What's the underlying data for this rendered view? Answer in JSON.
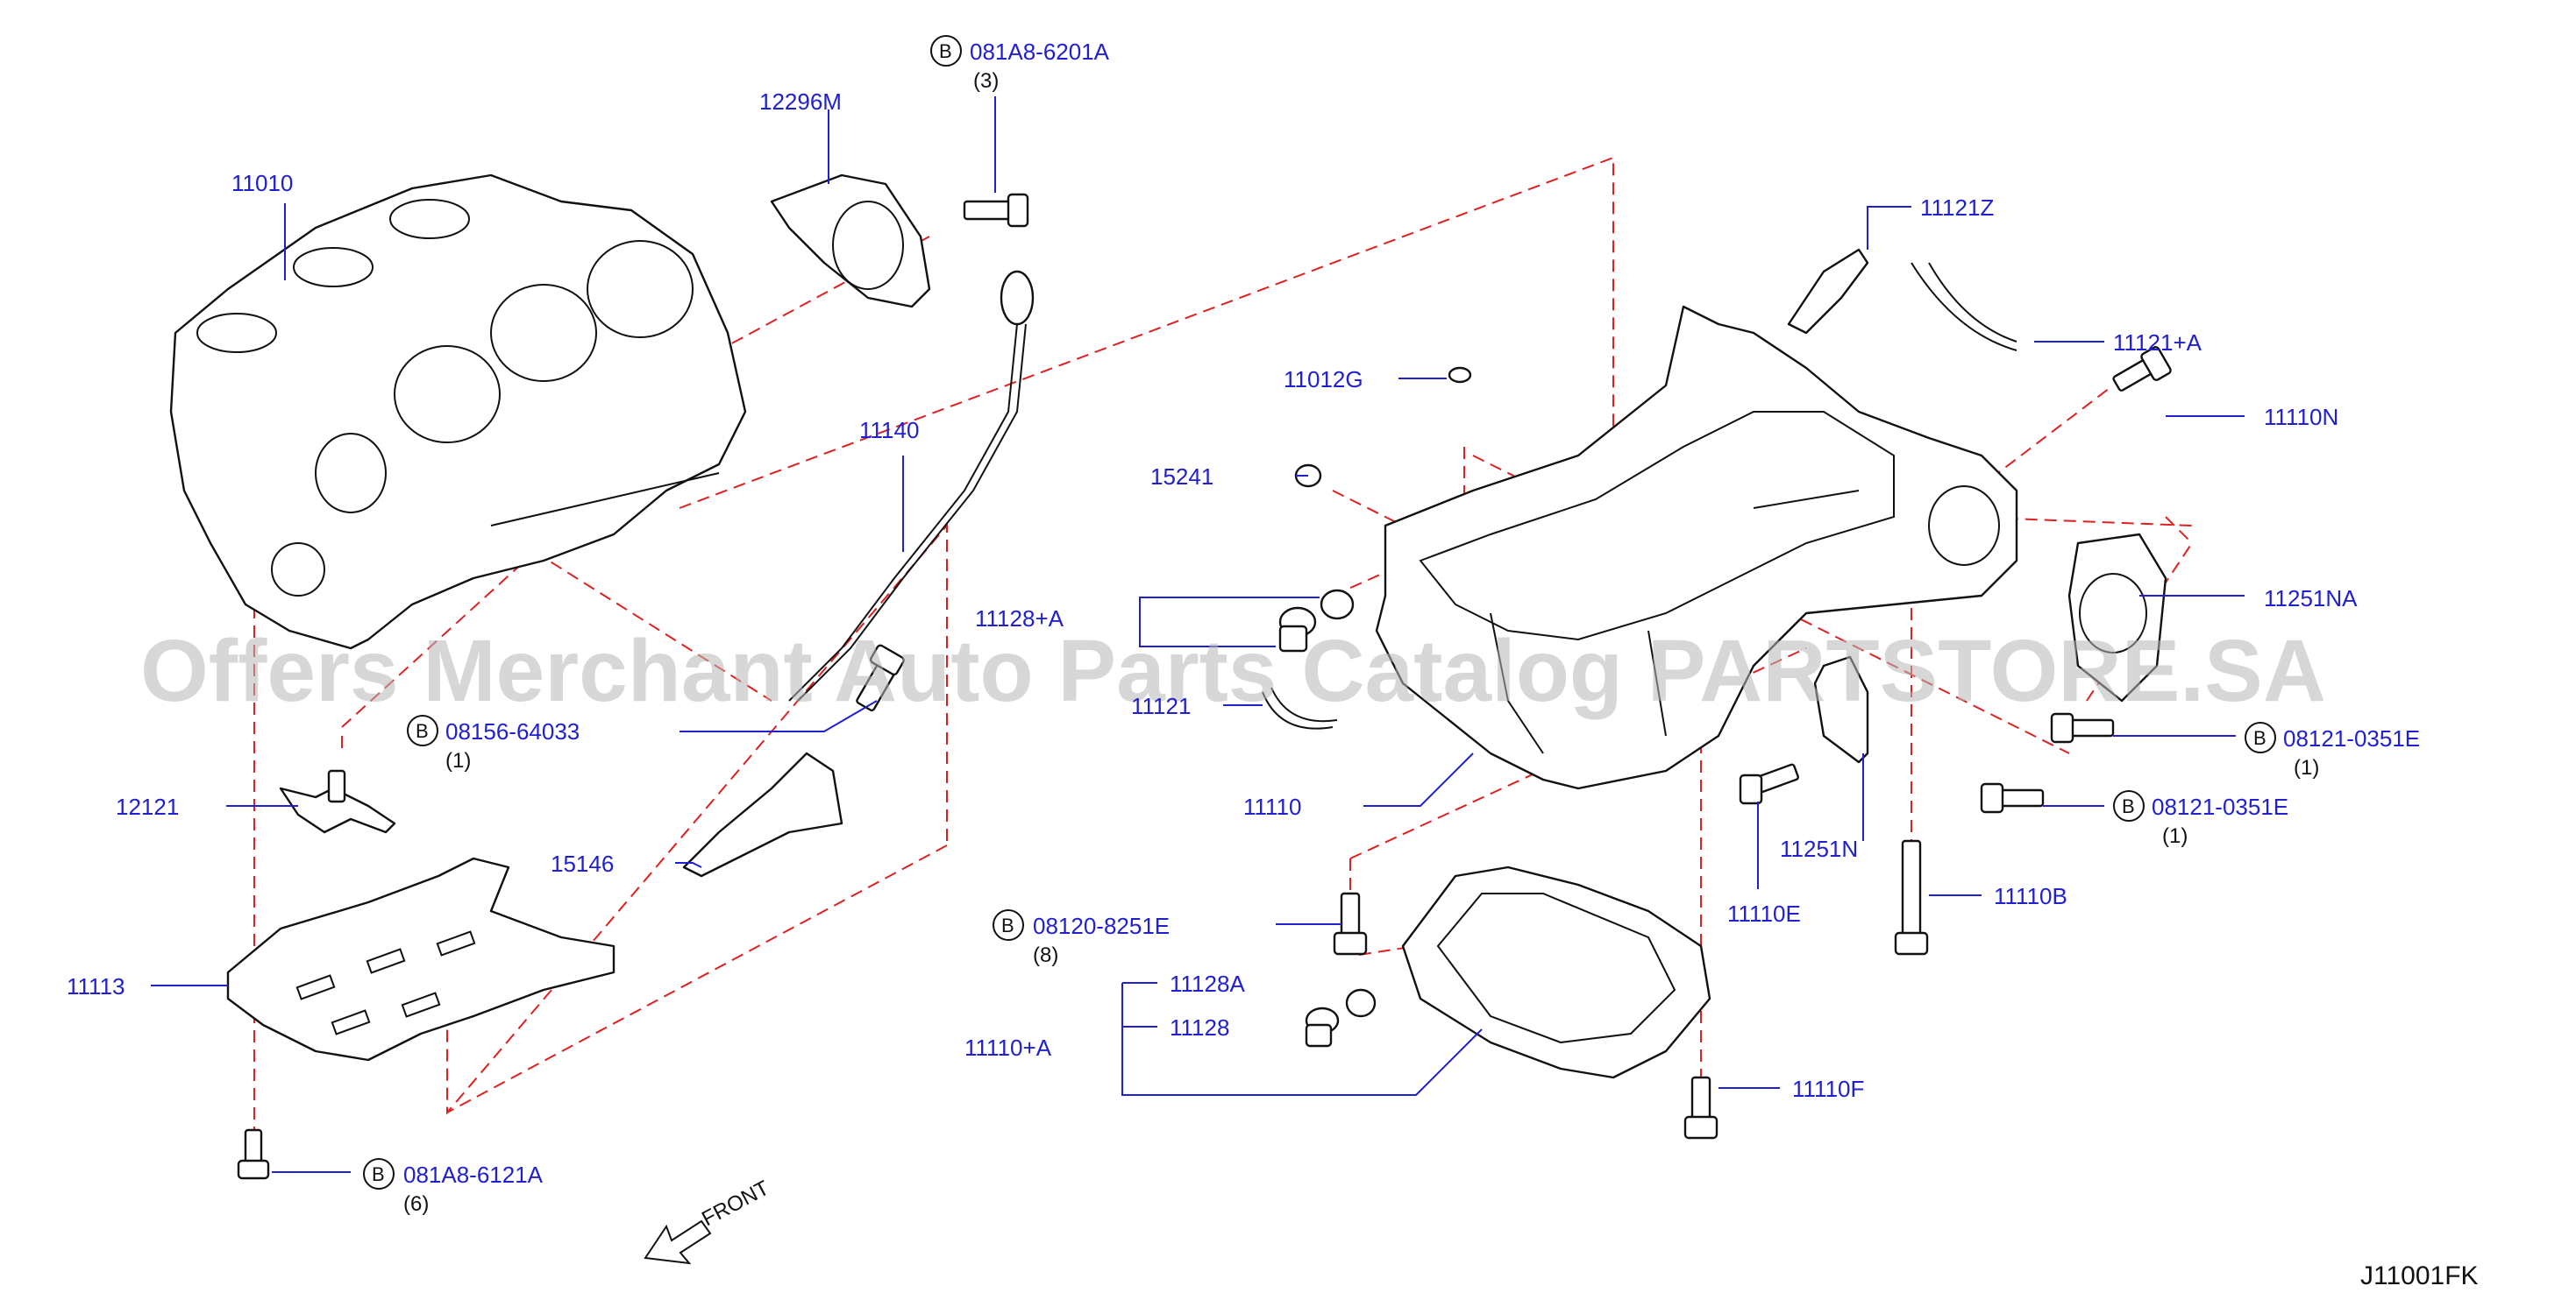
{
  "diagram_code": "J11001FK",
  "watermark": "Offers Merchant Auto Parts Catalog PARTSTORE.SA",
  "front_label": "FRONT",
  "b_mark": "B",
  "parts": {
    "p11010": "11010",
    "p12296M": "12296M",
    "p11140": "11140",
    "p12121": "12121",
    "p15146": "15146",
    "p11113": "11113",
    "p11121Z": "11121Z",
    "p11121A": "11121+A",
    "p11110N": "11110N",
    "p11012G": "11012G",
    "p15241": "15241",
    "p11251NA": "11251NA",
    "p11128A_plus": "11128+A",
    "p11121": "11121",
    "p11110": "11110",
    "p11251N": "11251N",
    "p11110E": "11110E",
    "p11110B": "11110B",
    "p11128A": "11128A",
    "p11128": "11128",
    "p11110A": "11110+A",
    "p11110F": "11110F"
  },
  "bolts": {
    "b1": {
      "code": "081A8-6201A",
      "qty": "(3)"
    },
    "b2": {
      "code": "08156-64033",
      "qty": "(1)"
    },
    "b3": {
      "code": "08121-0351E",
      "qty": "(1)"
    },
    "b4": {
      "code": "08121-0351E",
      "qty": "(1)"
    },
    "b5": {
      "code": "08120-8251E",
      "qty": "(8)"
    },
    "b6": {
      "code": "081A8-6121A",
      "qty": "(6)"
    }
  }
}
